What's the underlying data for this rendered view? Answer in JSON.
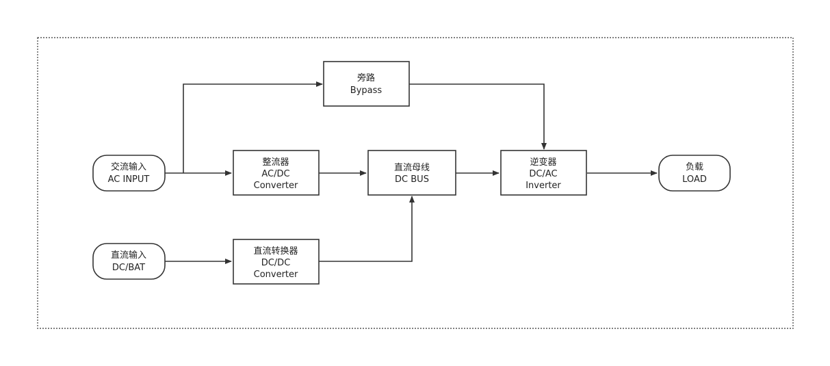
{
  "nodes": {
    "ac_input": {
      "line1": "交流输入",
      "line2": "AC INPUT"
    },
    "dc_input": {
      "line1": "直流输入",
      "line2": "DC/BAT"
    },
    "bypass": {
      "line1": "旁路",
      "line2": "Bypass"
    },
    "rectifier": {
      "line1": "整流器",
      "line2": "AC/DC",
      "line3": "Converter"
    },
    "dc_bus": {
      "line1": "直流母线",
      "line2": "DC BUS"
    },
    "inverter": {
      "line1": "逆变器",
      "line2": "DC/AC",
      "line3": "Inverter"
    },
    "dcdc": {
      "line1": "直流转换器",
      "line2": "DC/DC",
      "line3": "Converter"
    },
    "load": {
      "line1": "负载",
      "line2": "LOAD"
    }
  },
  "connections": [
    {
      "from": "ac_input",
      "to": "rectifier"
    },
    {
      "from": "ac_input",
      "to": "bypass"
    },
    {
      "from": "bypass",
      "to": "inverter"
    },
    {
      "from": "rectifier",
      "to": "dc_bus"
    },
    {
      "from": "dc_bus",
      "to": "inverter"
    },
    {
      "from": "inverter",
      "to": "load"
    },
    {
      "from": "dc_input",
      "to": "dcdc"
    },
    {
      "from": "dcdc",
      "to": "dc_bus"
    }
  ]
}
